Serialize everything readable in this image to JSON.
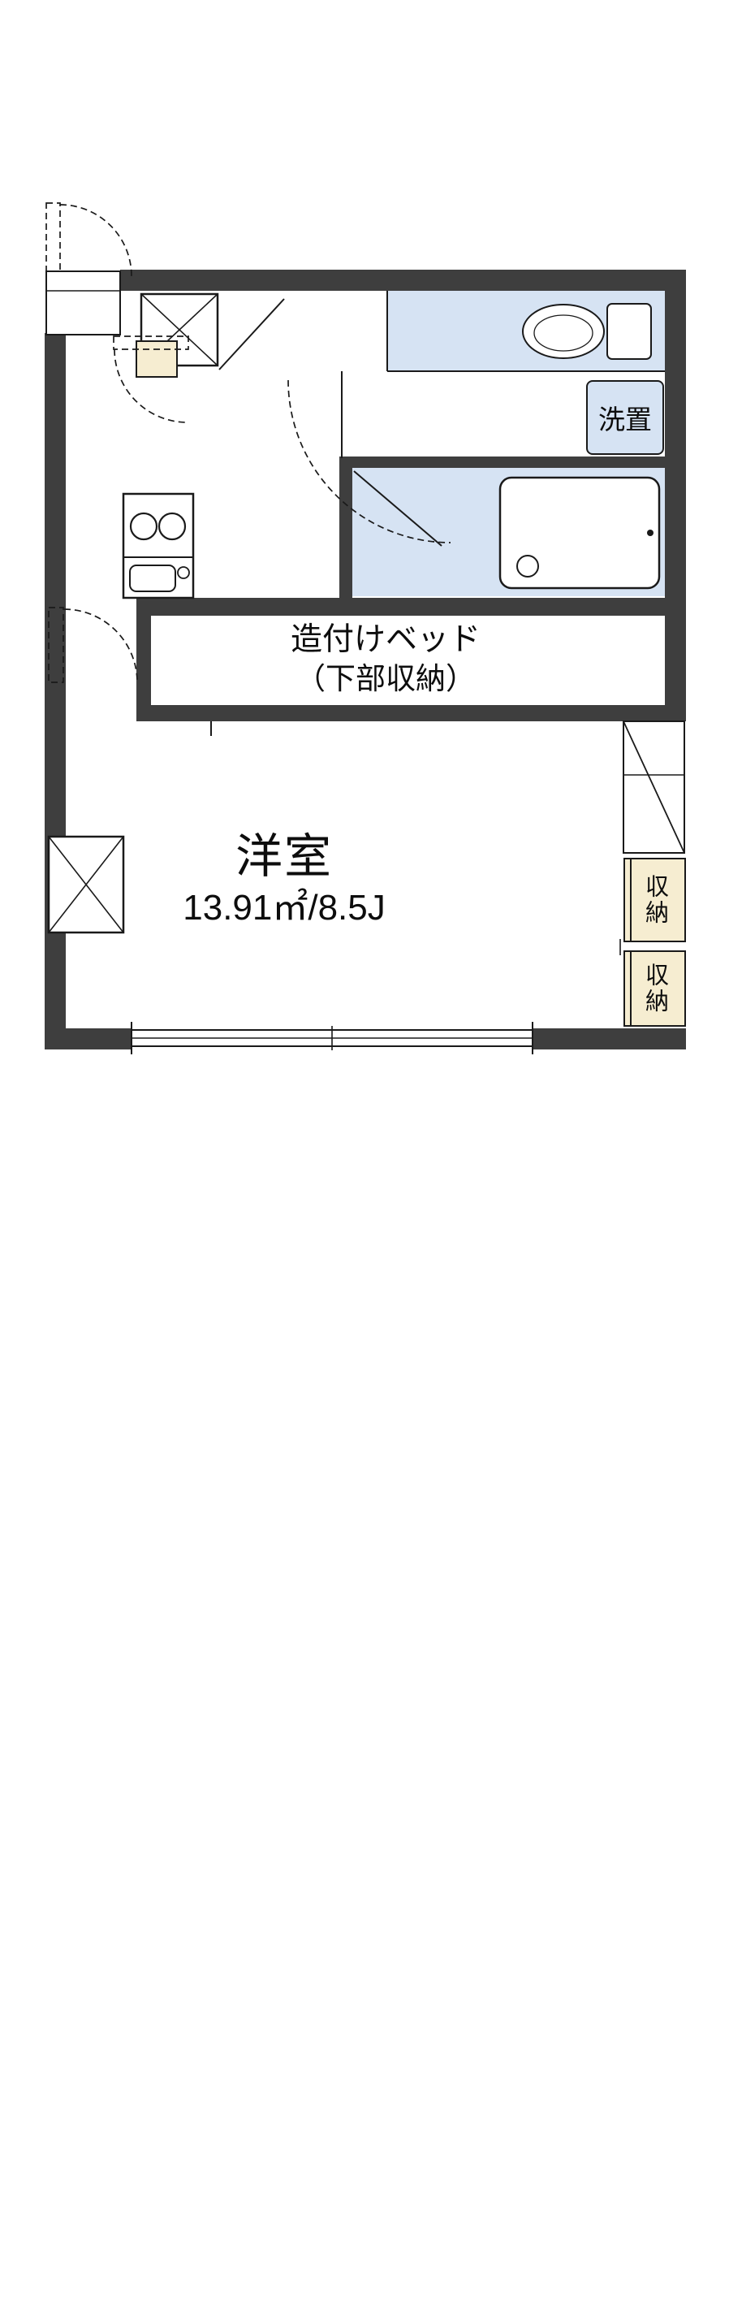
{
  "floorplan": {
    "labels": {
      "washer_area": "洗置",
      "built_in_bed_line1": "造付けベッド",
      "built_in_bed_line2": "（下部収納）",
      "room_name": "洋室",
      "room_area": "13.91㎡/8.5J",
      "closet_upper": "収納",
      "closet_lower": "収納"
    },
    "colors": {
      "wall_dark": "#3e3e3e",
      "outline_black": "#1a1a1a",
      "water_area_blue": "#d6e3f3",
      "storage_cream": "#f6edd1",
      "background": "#ffffff"
    }
  }
}
